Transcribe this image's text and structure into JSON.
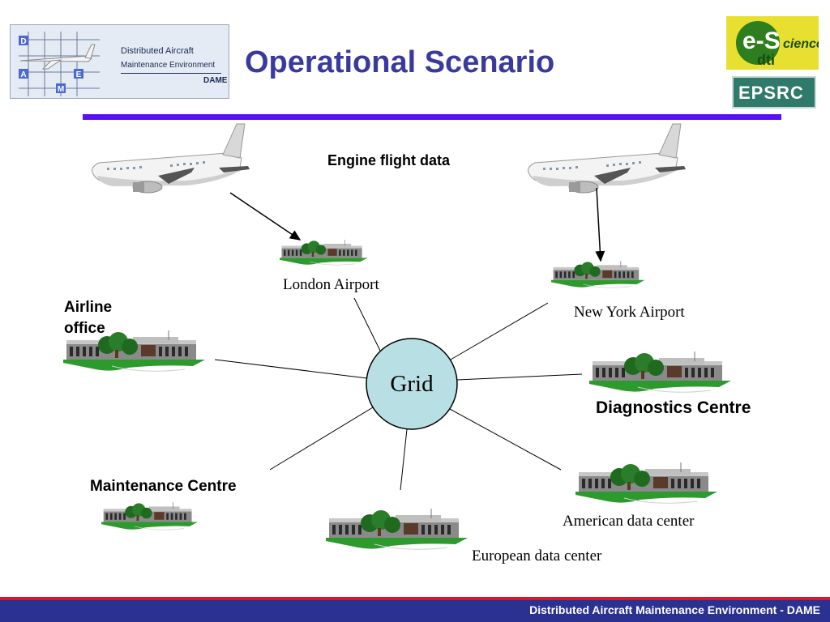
{
  "title": "Operational Scenario",
  "logo_dame": {
    "line1": "Distributed Aircraft",
    "line2": "Maintenance Environment",
    "line3": "DAME",
    "letters": [
      "D",
      "A",
      "E",
      "M"
    ]
  },
  "logo_escience": {
    "main": "e-S",
    "rest": "cience",
    "sub": "dti"
  },
  "logo_epsrc": "EPSRC",
  "diagram": {
    "hub_label": "Grid",
    "engine_label": "Engine flight data",
    "nodes": [
      {
        "id": "london",
        "label": "London Airport"
      },
      {
        "id": "newyork",
        "label": "New York Airport"
      },
      {
        "id": "airline",
        "label": "Airline\noffice"
      },
      {
        "id": "diagnostics",
        "label": "Diagnostics Centre"
      },
      {
        "id": "maintenance",
        "label": "Maintenance Centre"
      },
      {
        "id": "american",
        "label": "American data center"
      },
      {
        "id": "european",
        "label": "European data center"
      }
    ]
  },
  "footer": "Distributed Aircraft Maintenance Environment - DAME",
  "colors": {
    "title": "#3a3a9e",
    "rule": "#5b10f0",
    "grid_fill": "#b8e0e4",
    "footer_bar": "#2b3190",
    "footer_accent": "#d11a2a"
  }
}
